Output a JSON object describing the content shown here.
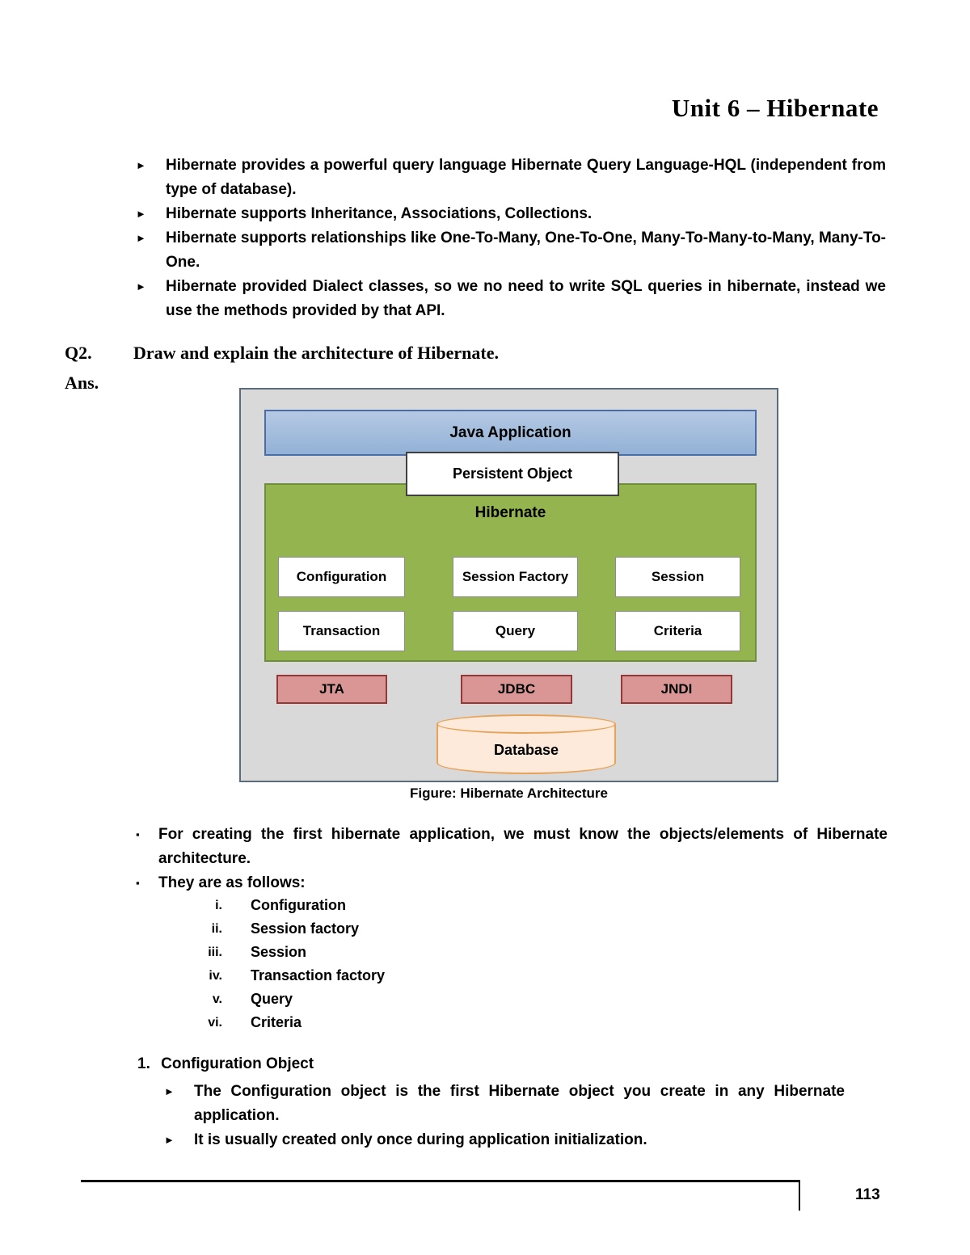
{
  "page": {
    "title": "Unit 6 – Hibernate",
    "page_number": "113"
  },
  "icons": {
    "arrow_bullet": "►",
    "square_bullet": "▪"
  },
  "intro_bullets": [
    "Hibernate provides a powerful query language Hibernate Query Language-HQL (independent from type of database).",
    "Hibernate supports Inheritance, Associations, Collections.",
    "Hibernate supports relationships like One-To-Many, One-To-One, Many-To-Many-to-Many, Many-To-One.",
    "Hibernate provided Dialect classes, so we no need to write SQL queries in hibernate, instead we use the methods provided by that API."
  ],
  "question": {
    "label": "Q2.",
    "text": "Draw and explain the architecture of Hibernate.",
    "answer_label": "Ans."
  },
  "diagram": {
    "java_application": "Java Application",
    "persistent_object": "Persistent Object",
    "hibernate_title": "Hibernate",
    "components": [
      "Configuration",
      "Session Factory",
      "Session",
      "Transaction",
      "Query",
      "Criteria"
    ],
    "middleware": [
      "JTA",
      "JDBC",
      "JNDI"
    ],
    "database_label": "Database",
    "caption": "Figure: Hibernate Architecture",
    "colors": {
      "diagram_background": "#d9d9d9",
      "java_application_fill": "#9db9dc",
      "java_application_border": "#4a6da8",
      "hibernate_fill": "#93b44e",
      "hibernate_border": "#6f8d3a",
      "component_fill": "#ffffff",
      "component_border": "#8c8c8c",
      "middleware_fill": "#d99694",
      "middleware_border": "#953735",
      "database_fill": "#fdeada",
      "database_border": "#e8a35b"
    }
  },
  "notes": [
    "For creating the first hibernate application, we must know the objects/elements of Hibernate architecture.",
    "They are as follows:"
  ],
  "elements_list": [
    {
      "num": "i.",
      "label": "Configuration"
    },
    {
      "num": "ii.",
      "label": "Session factory"
    },
    {
      "num": "iii.",
      "label": "Session"
    },
    {
      "num": "iv.",
      "label": "Transaction factory"
    },
    {
      "num": "v.",
      "label": "Query"
    },
    {
      "num": "vi.",
      "label": "Criteria"
    }
  ],
  "section": {
    "number": "1.",
    "heading": "Configuration Object",
    "bullets": [
      "The Configuration object is the first Hibernate object you create in any Hibernate application.",
      "It is usually created only once during application initialization."
    ]
  }
}
